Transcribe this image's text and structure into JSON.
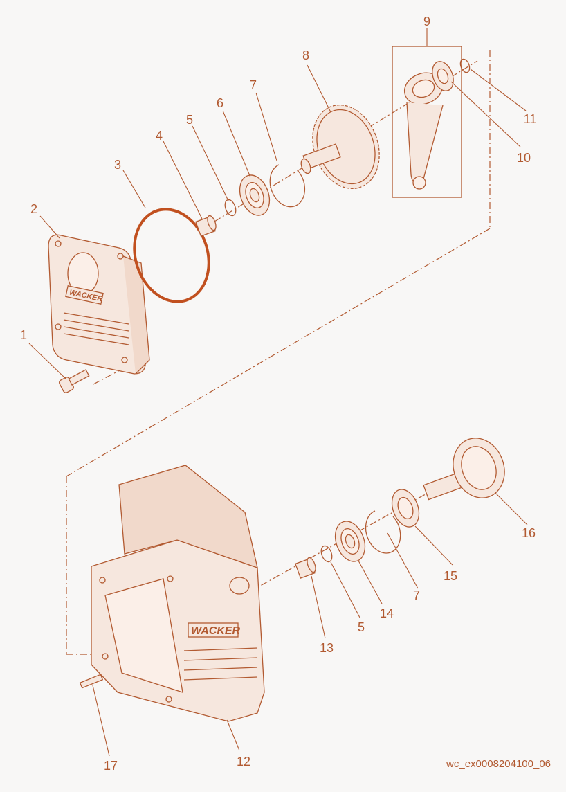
{
  "colors": {
    "line": "#b25a31",
    "outline": "#c98a66",
    "fill": "#f6e7de",
    "background": "#f8f7f6",
    "oring": "#c1501f"
  },
  "callouts": [
    {
      "id": "c1",
      "label": "1"
    },
    {
      "id": "c2",
      "label": "2"
    },
    {
      "id": "c3",
      "label": "3"
    },
    {
      "id": "c4",
      "label": "4"
    },
    {
      "id": "c5a",
      "label": "5"
    },
    {
      "id": "c6",
      "label": "6"
    },
    {
      "id": "c7a",
      "label": "7"
    },
    {
      "id": "c8",
      "label": "8"
    },
    {
      "id": "c9",
      "label": "9"
    },
    {
      "id": "c10",
      "label": "10"
    },
    {
      "id": "c11",
      "label": "11"
    },
    {
      "id": "c12",
      "label": "12"
    },
    {
      "id": "c13",
      "label": "13"
    },
    {
      "id": "c5b",
      "label": "5"
    },
    {
      "id": "c14",
      "label": "14"
    },
    {
      "id": "c7b",
      "label": "7"
    },
    {
      "id": "c15",
      "label": "15"
    },
    {
      "id": "c16",
      "label": "16"
    },
    {
      "id": "c17",
      "label": "17"
    }
  ],
  "drawing_code": "wc_ex0008204100_06",
  "logo_text": "WACKER"
}
